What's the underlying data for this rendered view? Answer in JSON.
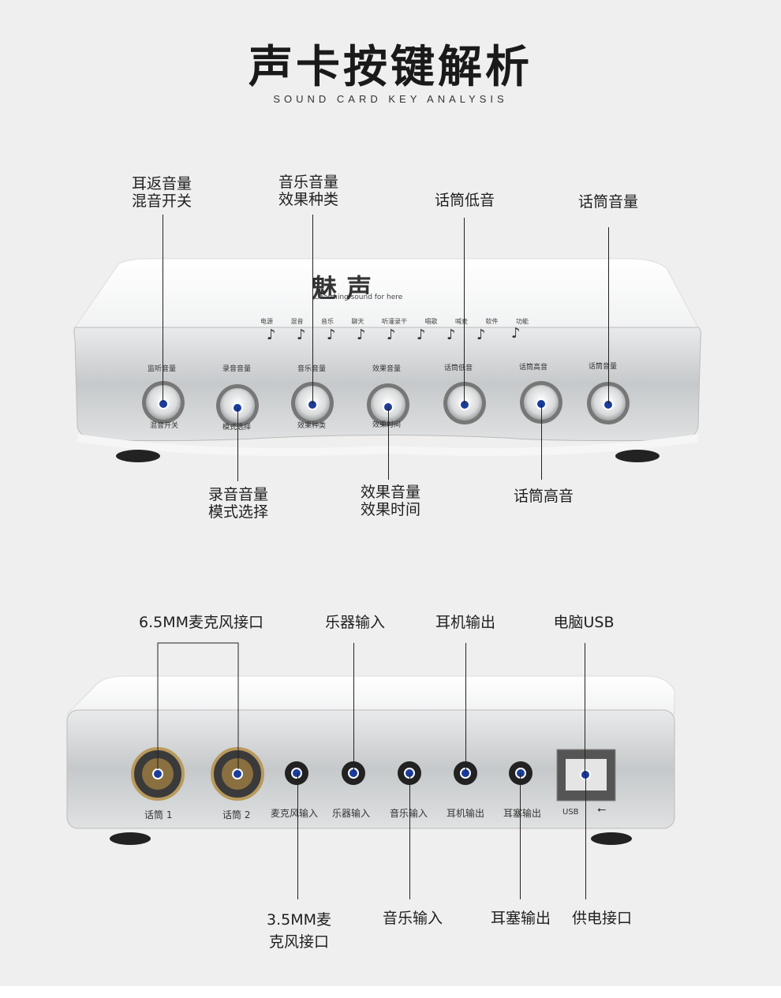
{
  "header": {
    "title": "声卡按键解析",
    "subtitle": "SOUND CARD KEY ANALYSIS"
  },
  "front": {
    "brand": "魅声",
    "brand_tagline": "Charming sound for here",
    "indicator_labels": [
      "电源",
      "混音",
      "音乐",
      "聊天",
      "听灌录干",
      "唱歌",
      "喊麦",
      "软件",
      "功能"
    ],
    "knobs": [
      {
        "top_label": "监听音量",
        "bottom_label": "混音开关"
      },
      {
        "top_label": "录音音量",
        "bottom_label": "模式选择"
      },
      {
        "top_label": "音乐音量",
        "bottom_label": "效果种类"
      },
      {
        "top_label": "效果音量",
        "bottom_label": "效果时间"
      },
      {
        "top_label": "话筒低音",
        "bottom_label": ""
      },
      {
        "top_label": "话筒高音",
        "bottom_label": ""
      },
      {
        "top_label": "话筒音量",
        "bottom_label": ""
      }
    ],
    "callouts_top": [
      {
        "line1": "耳返音量",
        "line2": "混音开关"
      },
      {
        "line1": "音乐音量",
        "line2": "效果种类"
      },
      {
        "line1": "话筒低音",
        "line2": ""
      },
      {
        "line1": "话筒音量",
        "line2": ""
      }
    ],
    "callouts_bottom": [
      {
        "line1": "录音音量",
        "line2": "模式选择"
      },
      {
        "line1": "效果音量",
        "line2": "效果时间"
      },
      {
        "line1": "话筒高音",
        "line2": ""
      }
    ]
  },
  "back": {
    "port_labels": [
      "话筒 1",
      "话筒 2",
      "麦克风输入",
      "乐器输入",
      "音乐输入",
      "耳机输出",
      "耳塞输出",
      "USB"
    ],
    "callouts_top": [
      {
        "line1": "6.5MM麦克风接口"
      },
      {
        "line1": "乐器输入"
      },
      {
        "line1": "耳机输出"
      },
      {
        "line1": "电脑USB"
      }
    ],
    "callouts_bottom": [
      {
        "line1": "3.5MM麦",
        "line2": "克风接口"
      },
      {
        "line1": "音乐输入"
      },
      {
        "line1": "耳塞输出"
      },
      {
        "line1": "供电接口"
      }
    ]
  },
  "colors": {
    "background": "#efefef",
    "accent_dot": "#1a3c9c",
    "device_silver": "#c9ccce",
    "device_white": "#ffffff"
  }
}
